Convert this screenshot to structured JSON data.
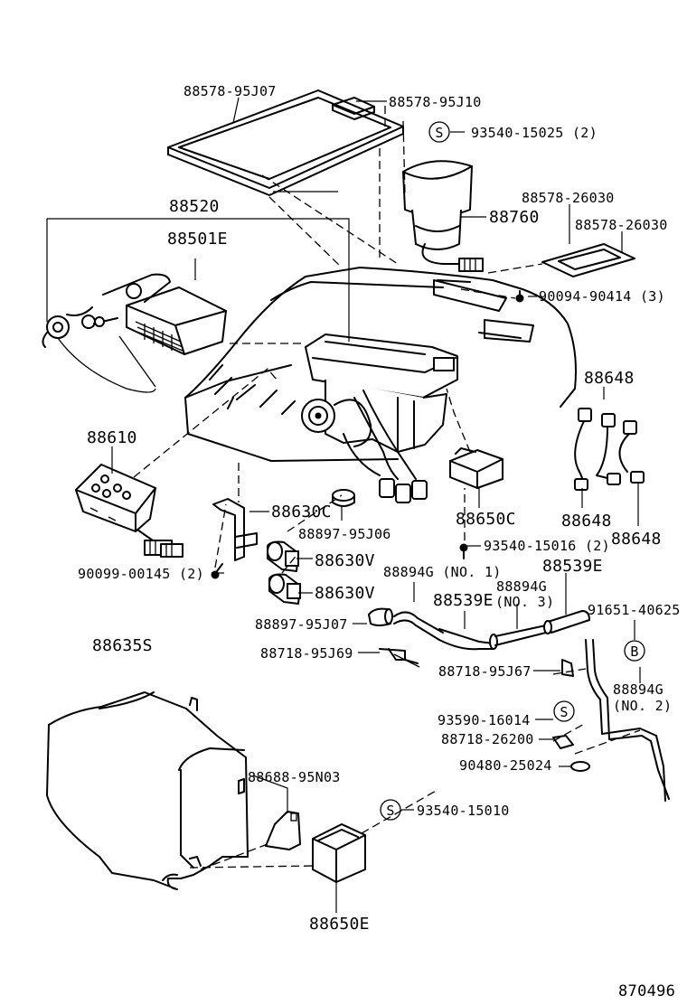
{
  "labels": {
    "p88578_95J07": "88578-95J07",
    "p88578_95J10": "88578-95J10",
    "p93540_15025": "93540-15025 (2)",
    "p88520": "88520",
    "p88501E": "88501E",
    "p88760": "88760",
    "p88578_26030_a": "88578-26030",
    "p88578_26030_b": "88578-26030",
    "p90094_90414": "90094-90414 (3)",
    "p88648_top": "88648",
    "p88610": "88610",
    "p88648_left": "88648",
    "p88648_right": "88648",
    "p88630C": "88630C",
    "p88650C": "88650C",
    "p88897_95J06": "88897-95J06",
    "p93540_15016": "93540-15016 (2)",
    "p88630V_a": "88630V",
    "p90099_00145": "90099-00145 (2)",
    "p88894G_no1": "88894G (NO. 1)",
    "p88539E_a": "88539E",
    "p88630V_b": "88630V",
    "p88894G_no3a": "88894G",
    "p88894G_no3b": "(NO. 3)",
    "p88539E_b": "88539E",
    "p91651_40625": "91651-40625",
    "p88897_95J07": "88897-95J07",
    "p88635S": "88635S",
    "p88718_95J69": "88718-95J69",
    "p88718_95J67": "88718-95J67",
    "p88894G_no2a": "88894G",
    "p88894G_no2b": "(NO. 2)",
    "p93590_16014": "93590-16014",
    "p88718_26200": "88718-26200",
    "p90480_25024": "90480-25024",
    "p88688_95N03": "88688-95N03",
    "p93540_15010": "93540-15010",
    "p88650E": "88650E",
    "figure_number": "870496"
  },
  "markers": {
    "s_marker": "S",
    "b_marker": "B"
  }
}
